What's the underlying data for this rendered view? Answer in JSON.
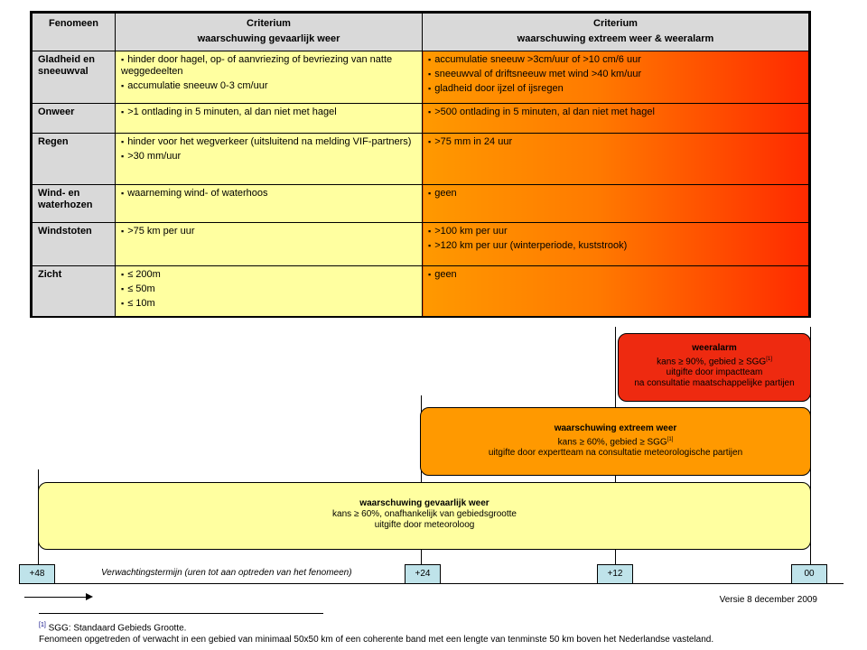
{
  "table": {
    "headers": {
      "col1": "Fenomeen",
      "col2_line1": "Criterium",
      "col2_line2": "waarschuwing gevaarlijk weer",
      "col3_line1": "Criterium",
      "col3_line2": "waarschuwing extreem weer & weeralarm"
    },
    "rows": [
      {
        "phenomenon": "Gladheid en sneeuwval",
        "gevaarlijk": [
          "hinder door hagel, op- of aanvriezing of bevriezing van natte weggedeelten",
          "accumulatie sneeuw 0-3 cm/uur"
        ],
        "extreem": [
          "accumulatie sneeuw >3cm/uur of >10 cm/6 uur",
          "sneeuwval of driftsneeuw met wind >40 km/uur",
          "gladheid door ijzel of ijsregen"
        ]
      },
      {
        "phenomenon": "Onweer",
        "gevaarlijk": [
          ">1 ontlading in 5 minuten, al dan niet met hagel"
        ],
        "extreem": [
          ">500 ontlading in 5 minuten, al dan niet met hagel"
        ]
      },
      {
        "phenomenon": "Regen",
        "gevaarlijk": [
          "hinder voor het wegverkeer  (uitsluitend na melding VIF-partners)",
          ">30 mm/uur"
        ],
        "extreem": [
          ">75 mm in 24 uur"
        ]
      },
      {
        "phenomenon": "Wind- en waterhozen",
        "gevaarlijk": [
          "waarneming wind- of waterhoos"
        ],
        "extreem": [
          "geen"
        ]
      },
      {
        "phenomenon": "Windstoten",
        "gevaarlijk": [
          ">75 km per uur"
        ],
        "extreem": [
          ">100 km per uur",
          ">120 km per uur (winterperiode, kuststrook)"
        ]
      },
      {
        "phenomenon": "Zicht",
        "gevaarlijk": [
          "≤ 200m",
          "≤ 50m",
          "≤ 10m"
        ],
        "extreem": [
          "geen"
        ]
      }
    ]
  },
  "boxes": {
    "weeralarm": {
      "title": "weeralarm",
      "line1_prefix": "kans ≥ 90%, gebied ≥ SGG",
      "footnote_ref": "[1]",
      "line2": "uitgifte door impactteam",
      "line3": "na consultatie maatschappelijke partijen"
    },
    "extreem": {
      "title": "waarschuwing extreem weer",
      "line1_prefix": "kans ≥ 60%, gebied ≥ SGG",
      "footnote_ref": "[1]",
      "line2": "uitgifte door expertteam na consultatie meteorologische partijen"
    },
    "gevaarlijk": {
      "title": "waarschuwing gevaarlijk weer",
      "line1": "kans ≥ 60%, onafhankelijk van gebiedsgrootte",
      "line2": "uitgifte door meteoroloog"
    }
  },
  "timeline": {
    "markers": [
      "+48",
      "+24",
      "+12",
      "00"
    ],
    "axis_label": "Verwachtingstermijn (uren tot aan optreden van het fenomeen)"
  },
  "version": "Versie 8 december 2009",
  "footnotes": {
    "ref": "[1]",
    "sgg": " SGG: Standaard Gebieds Grootte.",
    "definition": "Fenomeen opgetreden of verwacht in een gebied van minimaal 50x50 km of een coherente band met een lengte van tenminste 50 km boven het Nederlandse vasteland."
  },
  "colors": {
    "yellow": "#ffffa0",
    "orange": "#ff9900",
    "red": "#ff2a00",
    "header_gray": "#d9d9d9",
    "marker_blue": "#bfe3ea"
  }
}
